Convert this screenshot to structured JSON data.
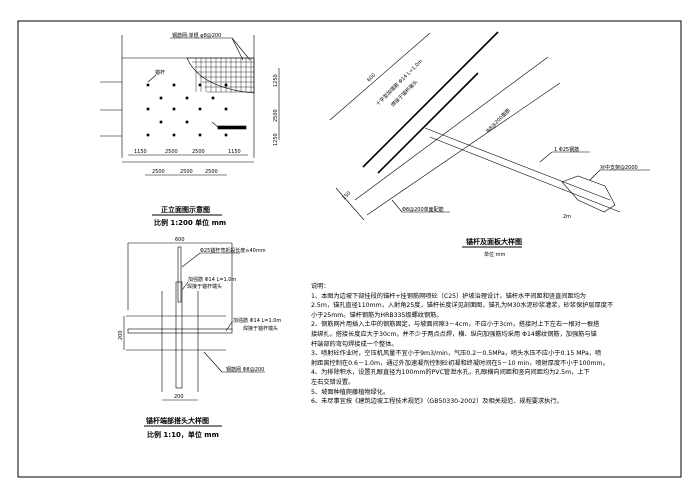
{
  "front_elevation": {
    "title": "正立面图示意图",
    "scale": "比例 1:200 单位 mm",
    "mesh_label": "钢筋网:单根 φ8@200",
    "anchor_label": "锚杆",
    "dims_bottom_row1": [
      "1150",
      "2500",
      "2500",
      "1150"
    ],
    "dims_bottom_row2": [
      "2500",
      "2500",
      "2500"
    ],
    "dims_right": [
      "1250",
      "2500",
      "1250"
    ]
  },
  "joint_detail": {
    "title": "锚杆端部搭头大样图",
    "scale": "比例 1:10，单位 mm",
    "dim_top": "600",
    "dim_left": "200",
    "dim_bottom": "200",
    "label_anchor_bar": "Φ25锚杆弯折段长度≥40mm",
    "label_strengthen_1a": "加强筋 Φ14 L=1.0m",
    "label_strengthen_1b": "焊接于锚杆端头",
    "label_strengthen_2a": "加强筋 Φ14 L=1.0m",
    "label_strengthen_2b": "焊接于锚杆端头",
    "label_mesh": "钢筋网 Φ8@200"
  },
  "anchor_detail": {
    "title": "锚杆及面板大样图",
    "unit": "单位 mm",
    "dim_600": "600",
    "dim_150": "150",
    "dim_spacer": "2m",
    "label_cross_bar_a": "十字型加强筋 Φ14 L=1.0m",
    "label_cross_bar_b": "焊接于锚杆端头",
    "label_mesh_layer": "Φ8@200面筋",
    "label_rebar": "1 Φ25钢筋",
    "label_centralizer": "对中支架@2000",
    "label_single_mesh": "Φ8@200单面配筋"
  },
  "notes": [
    "说明：",
    "1、本图为边坡下部挂段的锚杆+挂钢筋网喷砼（C25）护坡治理设计，锚杆水平间距和竖直间距均为",
    "2.5m，锚孔直径110mm，入射角25度，锚杆长度详见剖面图，锚孔为M30水泥砂浆灌浆，砂浆保护层厚度不",
    "小于25mm。锚杆钢筋为HRB335级螺纹钢筋。",
    "2、钢筋网片用插入土中的钢筋固定，与坡面间隙3－4cm，不应小于3cm，搭接时上下左右一根对一根搭",
    "接绑扎，搭接长度应大于30cm，并不少于两点点焊，横、纵向加强筋均采用 Φ14螺纹钢筋，加强筋与锚",
    "杆端部的弯勾焊接成一个整体。",
    "3、喷射砼作业时，空压机风量不宜小于9m3/min，气压0.2－0.5MPa，喷头水压不应小于0.15 MPa，喷",
    "射距离控制在0.6－1.0m，通过外加速凝剂控制砼初凝和终凝时间在5－10 min，喷射厚度不小于100mm。",
    "4、为排除积水，设置孔眼直径为100mm的PVC管泄水孔，孔眼横向间距和竖向间距均为2.5m，上下",
    "左右交错设置。",
    "5、坡面种植爬藤植物绿化。",
    "6、未尽事宜按《建筑边坡工程技术规范》（GB50330-2002）及相关规范、规程要求执行。"
  ]
}
